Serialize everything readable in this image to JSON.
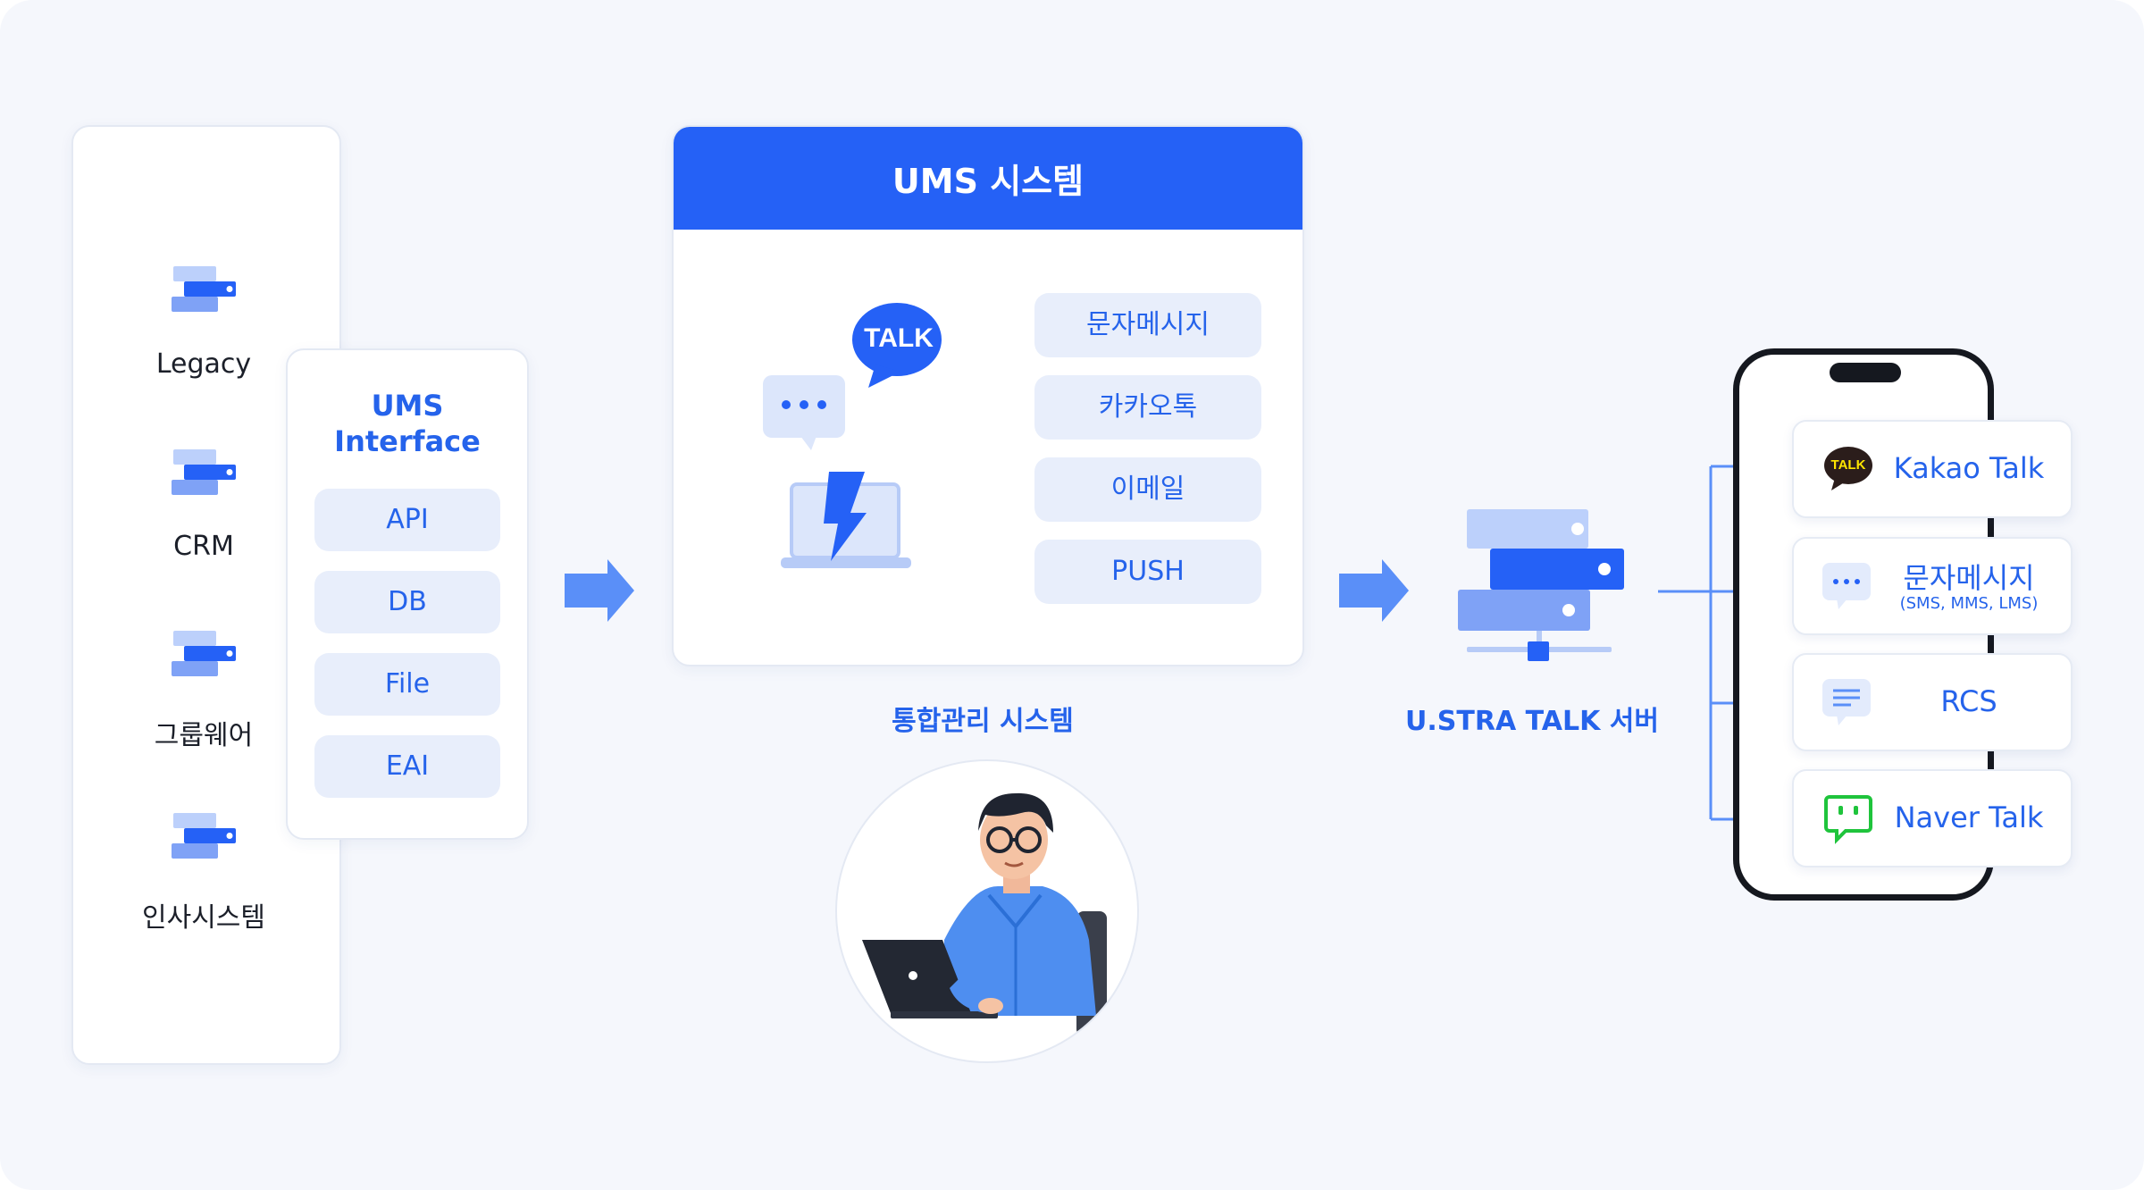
{
  "sources": {
    "items": [
      {
        "label": "Legacy"
      },
      {
        "label": "CRM"
      },
      {
        "label": "그룹웨어"
      },
      {
        "label": "인사시스템"
      }
    ]
  },
  "interface": {
    "title_line1": "UMS",
    "title_line2": "Interface",
    "items": [
      "API",
      "DB",
      "File",
      "EAI"
    ]
  },
  "ums": {
    "header": "UMS 시스템",
    "talk_bubble": "TALK",
    "services": [
      "문자메시지",
      "카카오톡",
      "이메일",
      "PUSH"
    ],
    "caption": "통합관리 시스템"
  },
  "server": {
    "caption": "U.STRA TALK 서버"
  },
  "channels": [
    {
      "label": "Kakao Talk",
      "sub": "",
      "icon": "kakao-talk-icon",
      "icon_text": "TALK"
    },
    {
      "label": "문자메시지",
      "sub": "(SMS, MMS, LMS)",
      "icon": "sms-icon",
      "icon_text": ""
    },
    {
      "label": "RCS",
      "sub": "",
      "icon": "rcs-icon",
      "icon_text": ""
    },
    {
      "label": "Naver Talk",
      "sub": "",
      "icon": "naver-talk-icon",
      "icon_text": ""
    }
  ],
  "colors": {
    "primary": "#2561f6",
    "text_blue": "#2563eb",
    "pill_bg": "#e8eefb",
    "light_blue": "#c3d4fb",
    "kakao_yellow": "#fee500",
    "naver_green": "#1fc43c"
  }
}
